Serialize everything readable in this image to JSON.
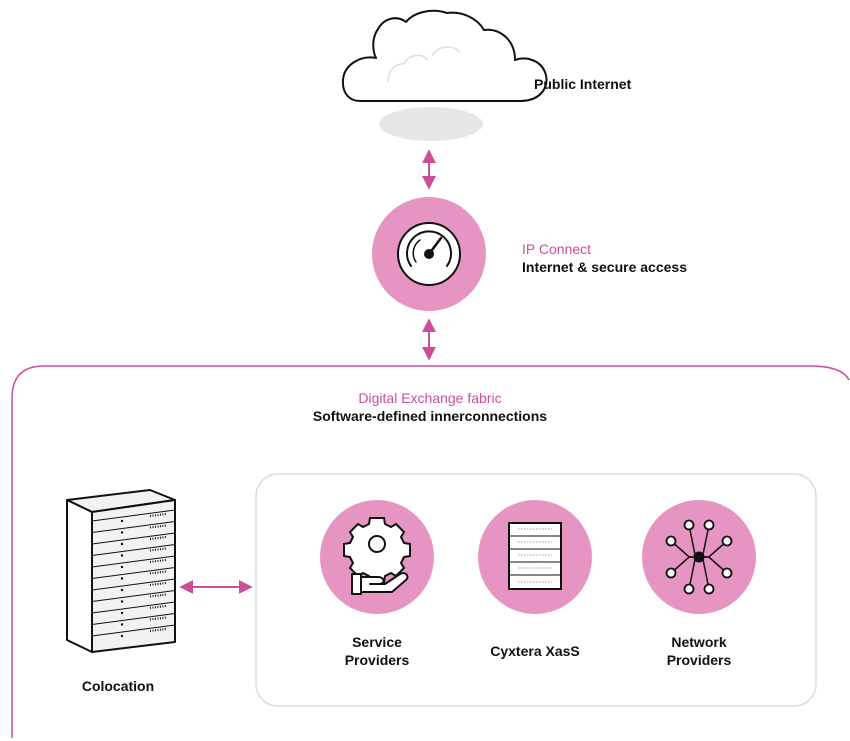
{
  "public_internet": {
    "label": "Public Internet"
  },
  "ip_connect": {
    "title": "IP Connect",
    "subtitle": "Internet & secure access"
  },
  "fabric": {
    "title": "Digital Exchange fabric",
    "subtitle": "Software-defined innerconnections"
  },
  "colocation": {
    "label": "Colocation"
  },
  "services": [
    {
      "line1": "Service",
      "line2": "Providers"
    },
    {
      "line1": "Cyxtera XasS",
      "line2": ""
    },
    {
      "line1": "Network",
      "line2": "Providers"
    }
  ],
  "colors": {
    "accent": "#cc4e98",
    "circle_fill": "#e695c3",
    "shadow_gray": "#e6e6e6",
    "panel_border": "#dddddd"
  },
  "icons": [
    "cloud-icon",
    "speedometer-icon",
    "server-rack-icon",
    "gear-hand-icon",
    "server-icon",
    "network-icon"
  ]
}
